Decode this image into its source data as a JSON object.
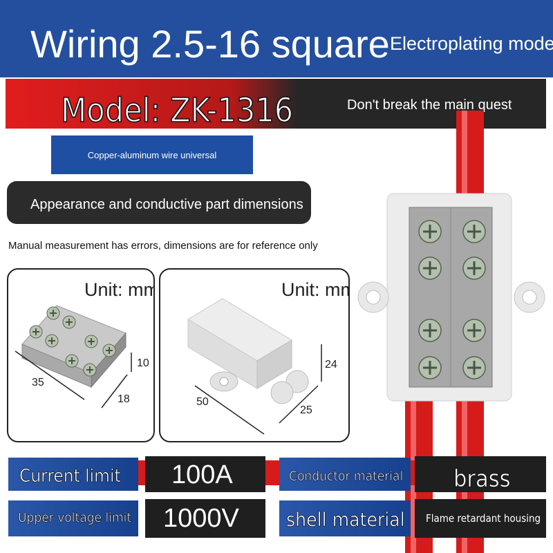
{
  "header": {
    "title": "Wiring 2.5-16 square",
    "subtitle": "Electroplating model"
  },
  "model": {
    "label": "Model: ZK-1316",
    "slogan": "Don't break the main quest"
  },
  "compat_badge": "Copper-aluminum wire universal",
  "dimensions_section": {
    "header": "Appearance and conductive part dimensions",
    "note": "Manual measurement has errors, dimensions are for reference only"
  },
  "diagram_conductor": {
    "unit": "Unit: mm",
    "length": "35",
    "width": "18",
    "height": "10"
  },
  "diagram_housing": {
    "unit": "Unit: mm",
    "length": "50",
    "width": "25",
    "height": "24"
  },
  "specs": {
    "current_limit_label": "Current limit",
    "current_limit_value": "100A",
    "voltage_limit_label": "Upper voltage limit",
    "voltage_limit_value": "1000V",
    "conductor_material_label": "Conductor material",
    "conductor_material_value": "brass",
    "shell_material_label": "shell material",
    "shell_material_value": "Flame retardant housing"
  },
  "colors": {
    "brand_blue": "#234f9e",
    "accent_red": "#e11d1d",
    "dark_panel": "#1f1f1f"
  }
}
